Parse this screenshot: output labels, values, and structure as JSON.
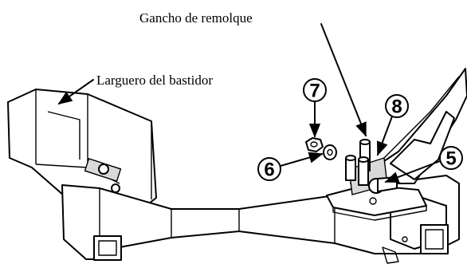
{
  "labels": {
    "tow_hook": "Gancho de remolque",
    "frame_rail": "Larguero del bastidor"
  },
  "callouts": {
    "c5": "5",
    "c6": "6",
    "c7": "7",
    "c8": "8"
  }
}
